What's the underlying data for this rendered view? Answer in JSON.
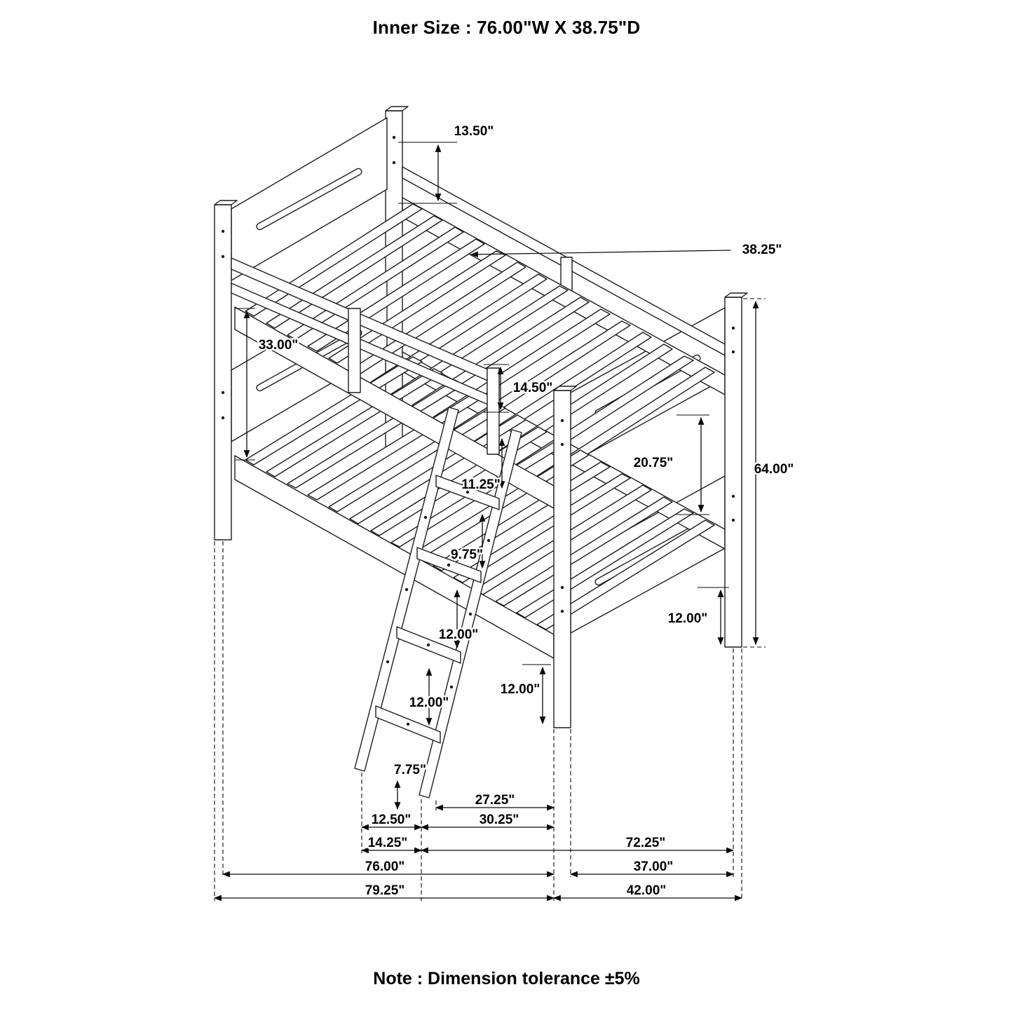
{
  "title": "Inner Size : 76.00\"W X 38.75\"D",
  "note": "Note : Dimension tolerance ±5%",
  "dims": {
    "d13_50": "13.50\"",
    "d38_25": "38.25\"",
    "d33_00": "33.00\"",
    "d14_50": "14.50\"",
    "d11_25": "11.25\"",
    "d20_75": "20.75\"",
    "d64_00": "64.00\"",
    "d9_75": "9.75\"",
    "d12_00_ladder_upper": "12.00\"",
    "d12_00_ladder_lower": "12.00\"",
    "d12_00_front_post": "12.00\"",
    "d12_00_right_post": "12.00\"",
    "d7_75": "7.75\"",
    "d27_25": "27.25\"",
    "d12_50": "12.50\"",
    "d30_25": "30.25\"",
    "d14_25": "14.25\"",
    "d72_25": "72.25\"",
    "d76_00": "76.00\"",
    "d37_00": "37.00\"",
    "d79_25": "79.25\"",
    "d42_00": "42.00\""
  }
}
